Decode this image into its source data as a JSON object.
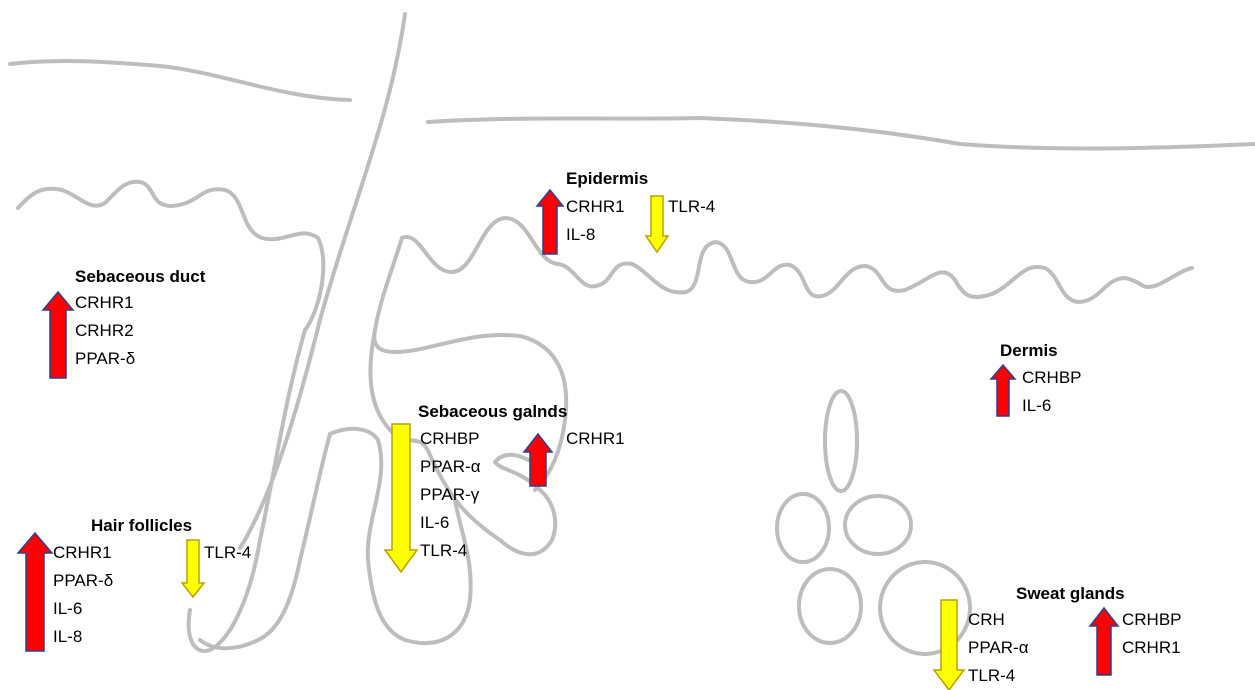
{
  "colors": {
    "up_arrow": "#ff0000",
    "up_arrow_border": "#2f3f8f",
    "down_arrow": "#ffff00",
    "down_arrow_border": "#b8a000",
    "skin_line": "#bdbdbd"
  },
  "regions": {
    "epidermis": {
      "title": "Epidermis",
      "up": [
        "CRHR1",
        "IL-8"
      ],
      "down": [
        "TLR-4"
      ]
    },
    "sebaceous_duct": {
      "title": "Sebaceous duct",
      "up": [
        "CRHR1",
        "CRHR2",
        "PPAR-δ"
      ]
    },
    "dermis": {
      "title": "Dermis",
      "up": [
        "CRHBP",
        "IL-6"
      ]
    },
    "sebaceous_glands": {
      "title": "Sebaceous galnds",
      "down": [
        "CRHBP",
        "PPAR-α",
        "PPAR-γ",
        "IL-6",
        "TLR-4"
      ],
      "up": [
        "CRHR1"
      ]
    },
    "hair_follicles": {
      "title": "Hair follicles",
      "up": [
        "CRHR1",
        "PPAR-δ",
        "IL-6",
        "IL-8"
      ],
      "down": [
        "TLR-4"
      ]
    },
    "sweat_glands": {
      "title": "Sweat glands",
      "down": [
        "CRH",
        "PPAR-α",
        "TLR-4"
      ],
      "up": [
        "CRHBP",
        "CRHR1"
      ]
    }
  }
}
